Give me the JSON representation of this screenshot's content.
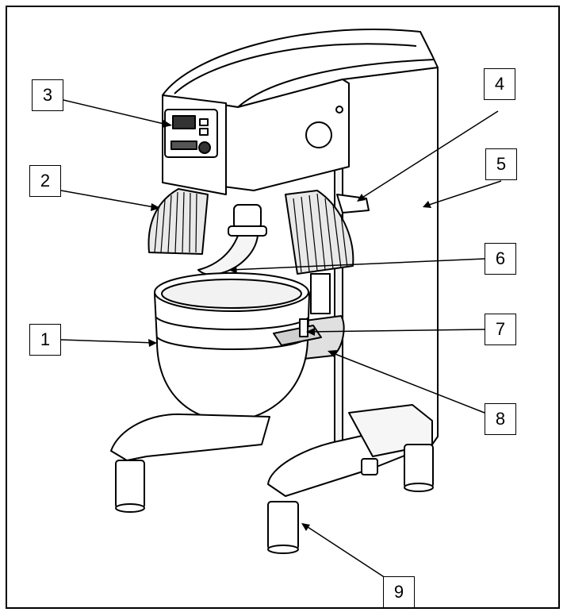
{
  "diagram": {
    "callouts": [
      {
        "id": "1",
        "label": "1"
      },
      {
        "id": "2",
        "label": "2"
      },
      {
        "id": "3",
        "label": "3"
      },
      {
        "id": "4",
        "label": "4"
      },
      {
        "id": "5",
        "label": "5"
      },
      {
        "id": "6",
        "label": "6"
      },
      {
        "id": "7",
        "label": "7"
      },
      {
        "id": "8",
        "label": "8"
      },
      {
        "id": "9",
        "label": "9"
      }
    ],
    "colors": {
      "line": "#000000",
      "fill": "#ffffff",
      "shade": "#f2f2f2",
      "dark": "#333333"
    }
  }
}
